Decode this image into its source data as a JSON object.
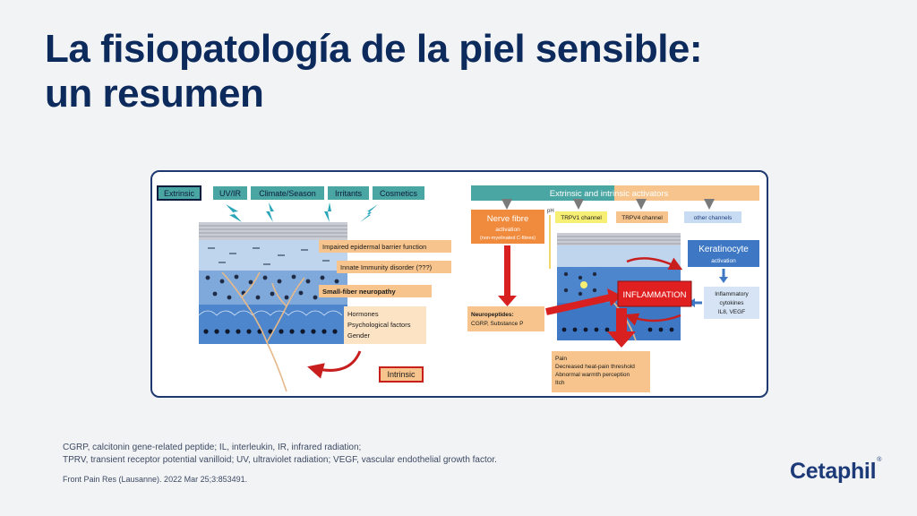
{
  "slide": {
    "title": "La fisiopatología de la piel sensible: un resumen",
    "footnote_line1": "CGRP, calcitonin gene-related peptide; IL, interleukin, IR, infrared radiation;",
    "footnote_line2": "TPRV, transient receptor potential vanilloid; UV, ultraviolet radiation; VEGF, vascular endothelial growth factor.",
    "citation": "Front Pain Res (Lausanne). 2022 Mar 25;3:853491.",
    "logo": "Cetaphil",
    "logo_mark": "®"
  },
  "figure": {
    "left": {
      "extrinsic": "Extrinsic",
      "factors": [
        "UV/IR",
        "Climate/Season",
        "Irritants",
        "Cosmetics"
      ],
      "labels": [
        "Impaired epidermal barrier function",
        "Innate Immunity disorder (???)",
        "Small-fiber neuropathy"
      ],
      "hormones_lines": [
        "Hormones",
        "Psychological factors",
        "Gender"
      ],
      "intrinsic": "Intrinsic"
    },
    "right": {
      "activators": "Extrinsic and intrinsic activators",
      "ph": "pH",
      "channels": [
        "TRPV1 channel",
        "TRPV4 channel",
        "other channels"
      ],
      "nerve_title": "Nerve fibre",
      "nerve_sub": "activation",
      "nerve_note": "(non-myelinated C-fibres)",
      "neuropeptides_title": "Neuropeptides:",
      "neuropeptides_items": "CGRP, Substance P",
      "keratinocyte_title": "Keratinocyte",
      "keratinocyte_sub": "activation",
      "cytokines_lines": [
        "Inflammatory",
        "cytokines",
        "IL8, VEGF"
      ],
      "inflammation": "INFLAMMATION",
      "symptoms": [
        "Pain",
        "Decreased heat-pain threshold",
        "Abnormal warmth perception",
        "Itch"
      ]
    }
  },
  "colors": {
    "title": "#0d2a5c",
    "teal": "#4aa6a2",
    "orange_label": "#f6c48c",
    "orange_box": "#f08a3c",
    "blue_box": "#3e78c4",
    "red": "#e02020",
    "frame": "#1e3870"
  }
}
